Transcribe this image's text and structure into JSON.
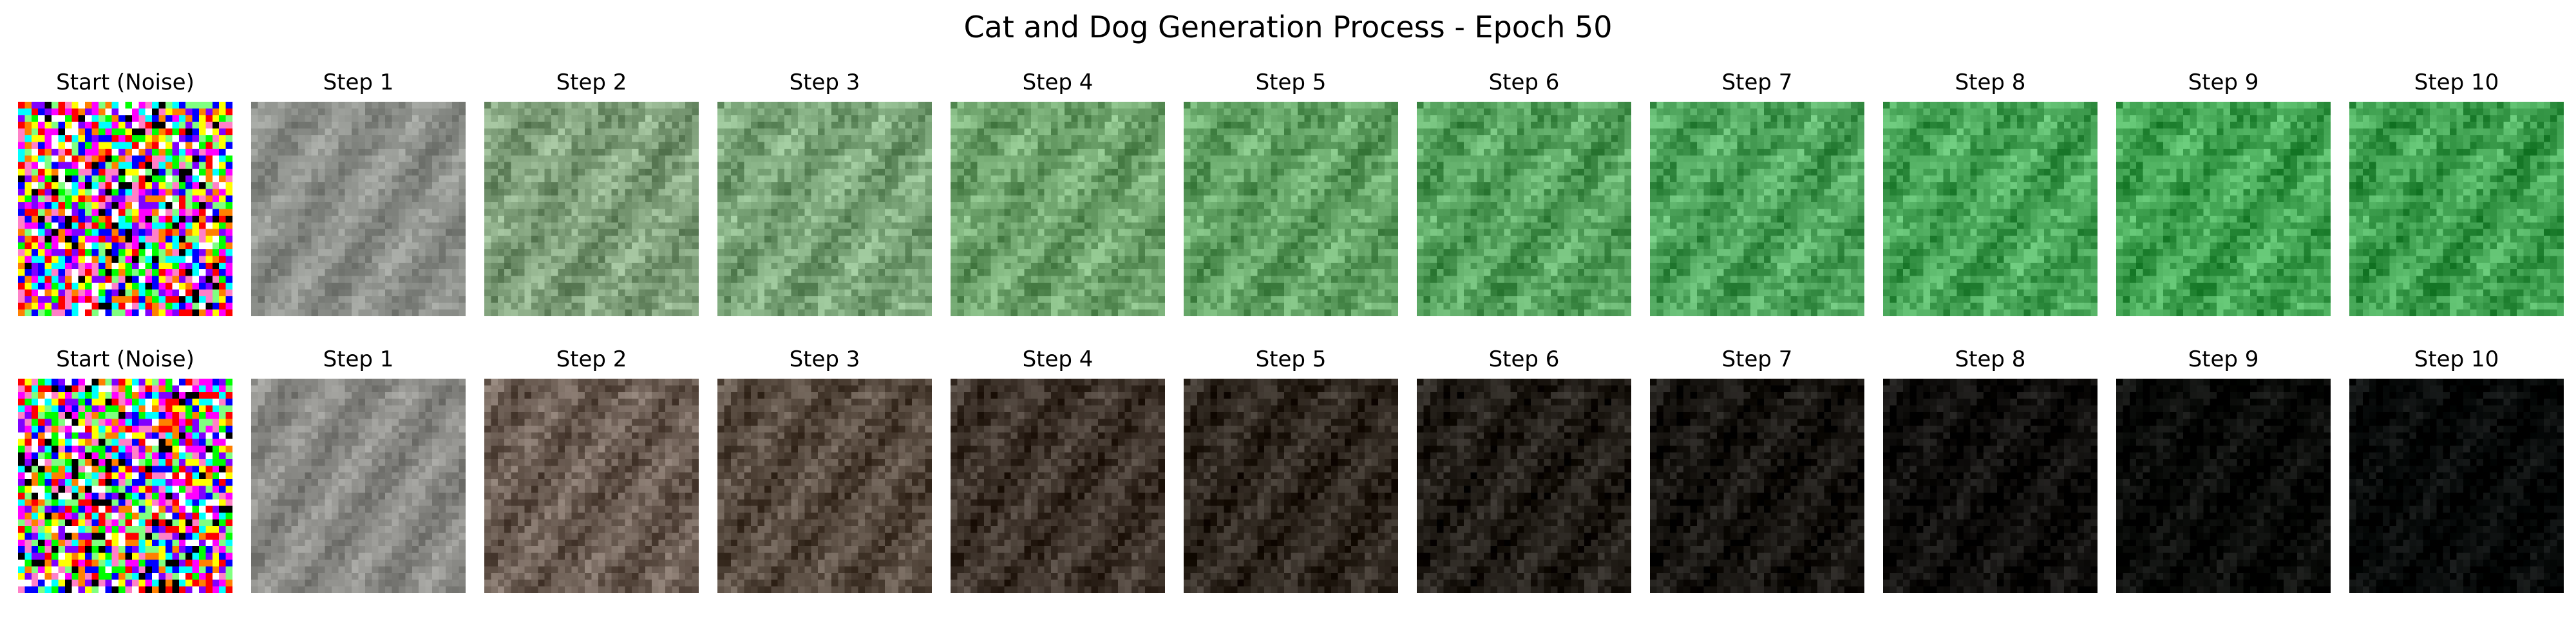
{
  "title": "Cat and Dog Generation Process - Epoch 50",
  "rows": [
    {
      "panels": [
        {
          "label": "Start (Noise)",
          "kind": "noise",
          "tone": "#808080",
          "darkness": 0
        },
        {
          "label": "Step 1",
          "kind": "image",
          "tone": "#8c8f8a",
          "darkness": 0.0
        },
        {
          "label": "Step 2",
          "kind": "image",
          "tone": "#7f9f7a",
          "darkness": 0.0
        },
        {
          "label": "Step 3",
          "kind": "image",
          "tone": "#7aa478",
          "darkness": 0.0
        },
        {
          "label": "Step 4",
          "kind": "image",
          "tone": "#6ea36c",
          "darkness": 0.0
        },
        {
          "label": "Step 5",
          "kind": "image",
          "tone": "#62a264",
          "darkness": 0.0
        },
        {
          "label": "Step 6",
          "kind": "image",
          "tone": "#55a15d",
          "darkness": 0.0
        },
        {
          "label": "Step 7",
          "kind": "image",
          "tone": "#4da35b",
          "darkness": 0.0
        },
        {
          "label": "Step 8",
          "kind": "image",
          "tone": "#47a457",
          "darkness": 0.0
        },
        {
          "label": "Step 9",
          "kind": "image",
          "tone": "#41a352",
          "darkness": 0.0
        },
        {
          "label": "Step 10",
          "kind": "image",
          "tone": "#3e9f4f",
          "darkness": 0.0
        }
      ]
    },
    {
      "panels": [
        {
          "label": "Start (Noise)",
          "kind": "noise",
          "tone": "#808080",
          "darkness": 0
        },
        {
          "label": "Step 1",
          "kind": "image",
          "tone": "#8a8a86",
          "darkness": 0.0
        },
        {
          "label": "Step 2",
          "kind": "image",
          "tone": "#6e5f55",
          "darkness": 0.05
        },
        {
          "label": "Step 3",
          "kind": "image",
          "tone": "#5e5044",
          "darkness": 0.15
        },
        {
          "label": "Step 4",
          "kind": "image",
          "tone": "#4a3d33",
          "darkness": 0.3
        },
        {
          "label": "Step 5",
          "kind": "image",
          "tone": "#3c3228",
          "darkness": 0.4
        },
        {
          "label": "Step 6",
          "kind": "image",
          "tone": "#2e2820",
          "darkness": 0.5
        },
        {
          "label": "Step 7",
          "kind": "image",
          "tone": "#221e18",
          "darkness": 0.62
        },
        {
          "label": "Step 8",
          "kind": "image",
          "tone": "#181613",
          "darkness": 0.72
        },
        {
          "label": "Step 9",
          "kind": "image",
          "tone": "#10130f",
          "darkness": 0.82
        },
        {
          "label": "Step 10",
          "kind": "image",
          "tone": "#0c1211",
          "darkness": 0.88
        }
      ]
    }
  ]
}
